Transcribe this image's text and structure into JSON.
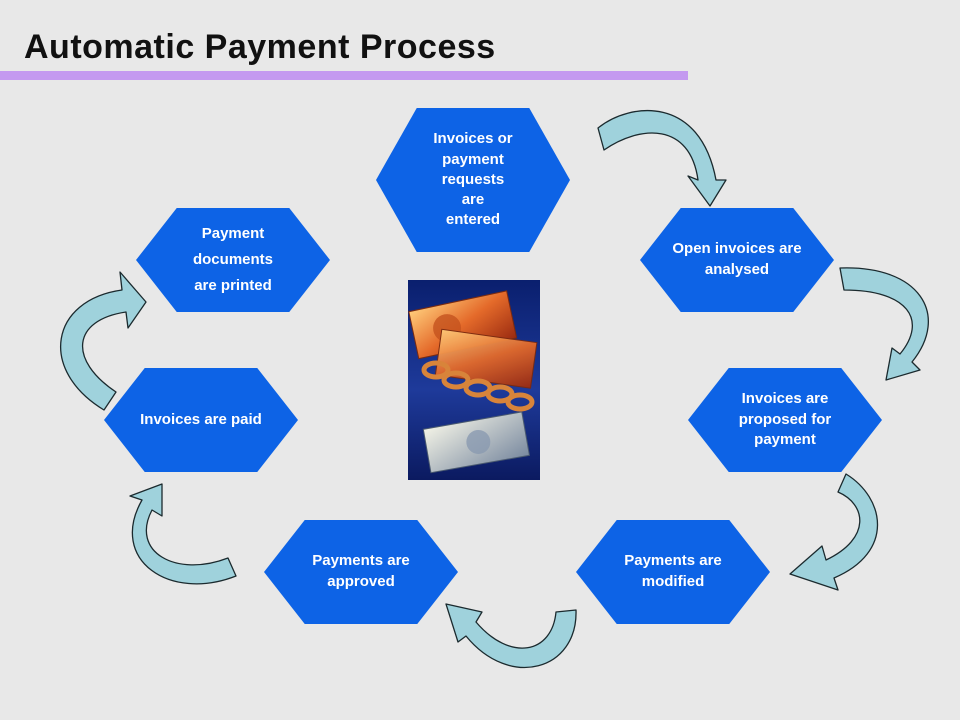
{
  "title": "Automatic Payment Process",
  "colors": {
    "background": "#e8e8e8",
    "title_underline": "#c499f0",
    "hexagon_fill": "#0d63e6",
    "hexagon_text": "#ffffff",
    "arrow_fill": "#9fd2dc",
    "arrow_stroke": "#1b2a2e"
  },
  "center_image": "money-and-chain-photo",
  "steps": [
    {
      "label": "Invoices or\npayment\nrequests\nare\nentered"
    },
    {
      "label": "Open invoices are\nanalysed"
    },
    {
      "label": "Invoices are\nproposed for\npayment"
    },
    {
      "label": "Payments are\nmodified"
    },
    {
      "label": "Payments are\napproved"
    },
    {
      "label": "Invoices are paid"
    },
    {
      "label": "Payment\ndocuments\nare printed"
    }
  ]
}
